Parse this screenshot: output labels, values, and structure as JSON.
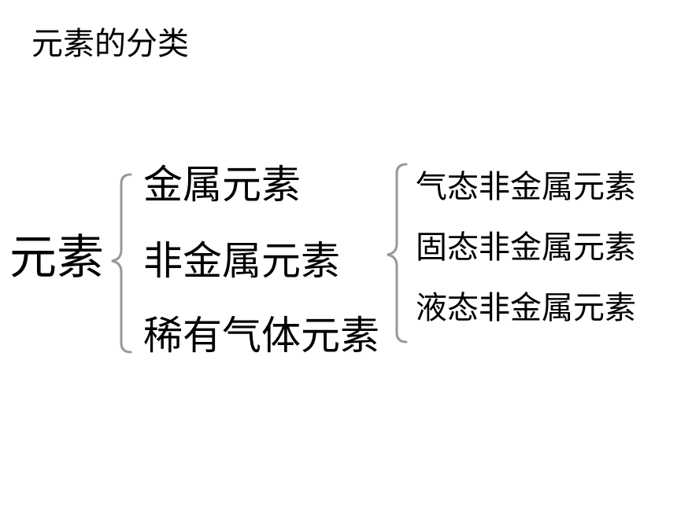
{
  "title": "元素的分类",
  "root": "元素",
  "level1": [
    "金属元素",
    "非金属元素",
    "稀有气体元素"
  ],
  "level2": [
    "气态非金属元素",
    "固态非金属元素",
    "液态非金属元素"
  ],
  "colors": {
    "text": "#000000",
    "brace": "#999999",
    "background": "#ffffff"
  }
}
